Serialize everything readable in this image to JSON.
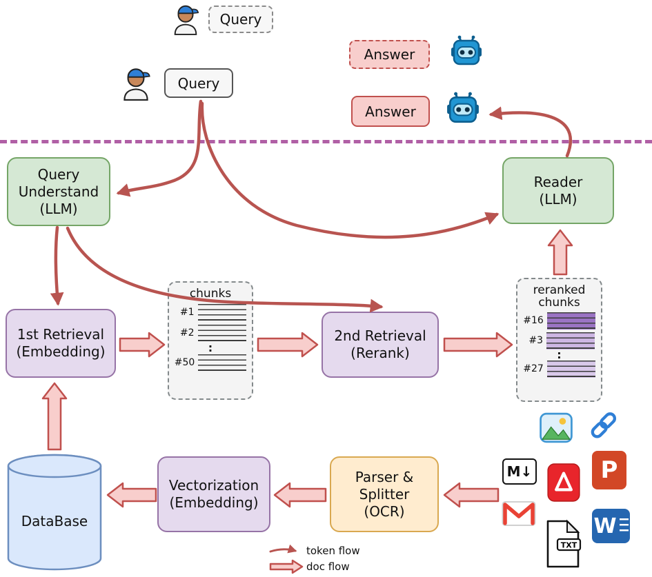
{
  "palette": {
    "green_fill": "#d5e8d4",
    "green_border": "#74a566",
    "purple_fill": "#e5daee",
    "purple_border": "#9673a6",
    "orange_fill": "#ffeccf",
    "orange_border": "#d9a850",
    "blue_fill": "#dae8fc",
    "blue_border": "#6c8ebf",
    "pink_fill": "#f8cecc",
    "pink_border": "#c0504d",
    "token_arrow": "#b85450",
    "separator": "#b05fa5",
    "rerank_highlight_dark": "#9b74c4",
    "rerank_highlight_light": "#d9c9ea"
  },
  "top": {
    "query_draft": "Query",
    "query_final": "Query",
    "answer_draft": "Answer",
    "answer_final": "Answer"
  },
  "nodes": {
    "query_understand": {
      "line1": "Query",
      "line2": "Understand",
      "line3": "(LLM)"
    },
    "reader": {
      "line1": "Reader",
      "line2": "(LLM)"
    },
    "first_retrieval": {
      "line1": "1st Retrieval",
      "line2": "(Embedding)"
    },
    "second_retrieval": {
      "line1": "2nd Retrieval",
      "line2": "(Rerank)"
    },
    "database": {
      "line1": "DataBase"
    },
    "vectorization": {
      "line1": "Vectorization",
      "line2": "(Embedding)"
    },
    "parser_splitter": {
      "line1": "Parser &",
      "line2": "Splitter",
      "line3": "(OCR)"
    }
  },
  "chunks_panel": {
    "title": "chunks",
    "rows": [
      "#1",
      "#2",
      "#50"
    ],
    "ellipsis": ":"
  },
  "reranked_panel": {
    "title_line1": "reranked",
    "title_line2": "chunks",
    "rows": [
      "#16",
      "#3",
      "#27"
    ],
    "ellipsis": ":"
  },
  "legend": {
    "token_label": "token flow",
    "doc_label": "doc flow"
  },
  "icon_text": {
    "markdown": "M↓",
    "powerpoint": "P",
    "word": "W",
    "txt": "TXT"
  }
}
